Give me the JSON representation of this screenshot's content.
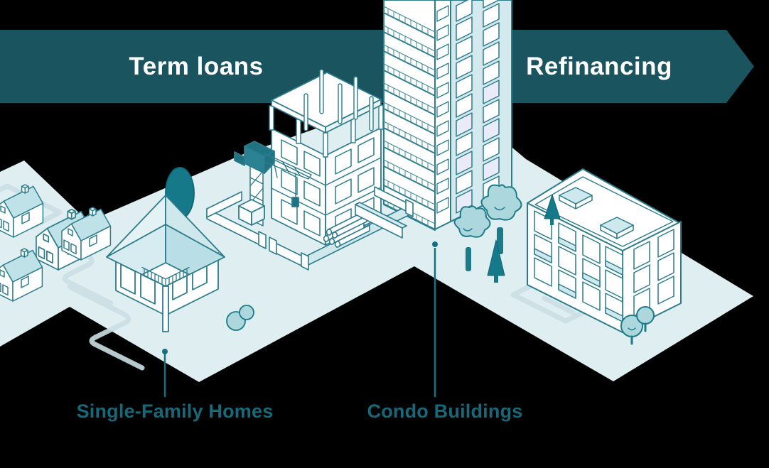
{
  "banner": {
    "shape": "arrow-right",
    "background": "#19545f",
    "text_color": "#ffffff",
    "segments": [
      {
        "label": "Term loans"
      },
      {
        "label": "Refinancing"
      }
    ]
  },
  "callouts": [
    {
      "label": "Single-Family Homes",
      "target": "single-family-home"
    },
    {
      "label": "Condo Buildings",
      "target": "condo-tower"
    }
  ],
  "callout_color": "#17697a",
  "scene": {
    "style": "isometric-line-illustration",
    "elements": [
      "small-houses-cluster",
      "single-family-home",
      "construction-site",
      "tower-crane",
      "condo-tower",
      "apartment-building",
      "trees",
      "ground-platforms"
    ],
    "colors": {
      "outline": "#2c7c8c",
      "ground": "#dfeef0",
      "light_fill": "#cfe8ec",
      "roof_medium": "#b9dee6",
      "tree_fill": "#abd7dd",
      "tree_dark": "#15798a",
      "road": "#cadfe4",
      "window_tint": "#e9ecf8"
    }
  }
}
